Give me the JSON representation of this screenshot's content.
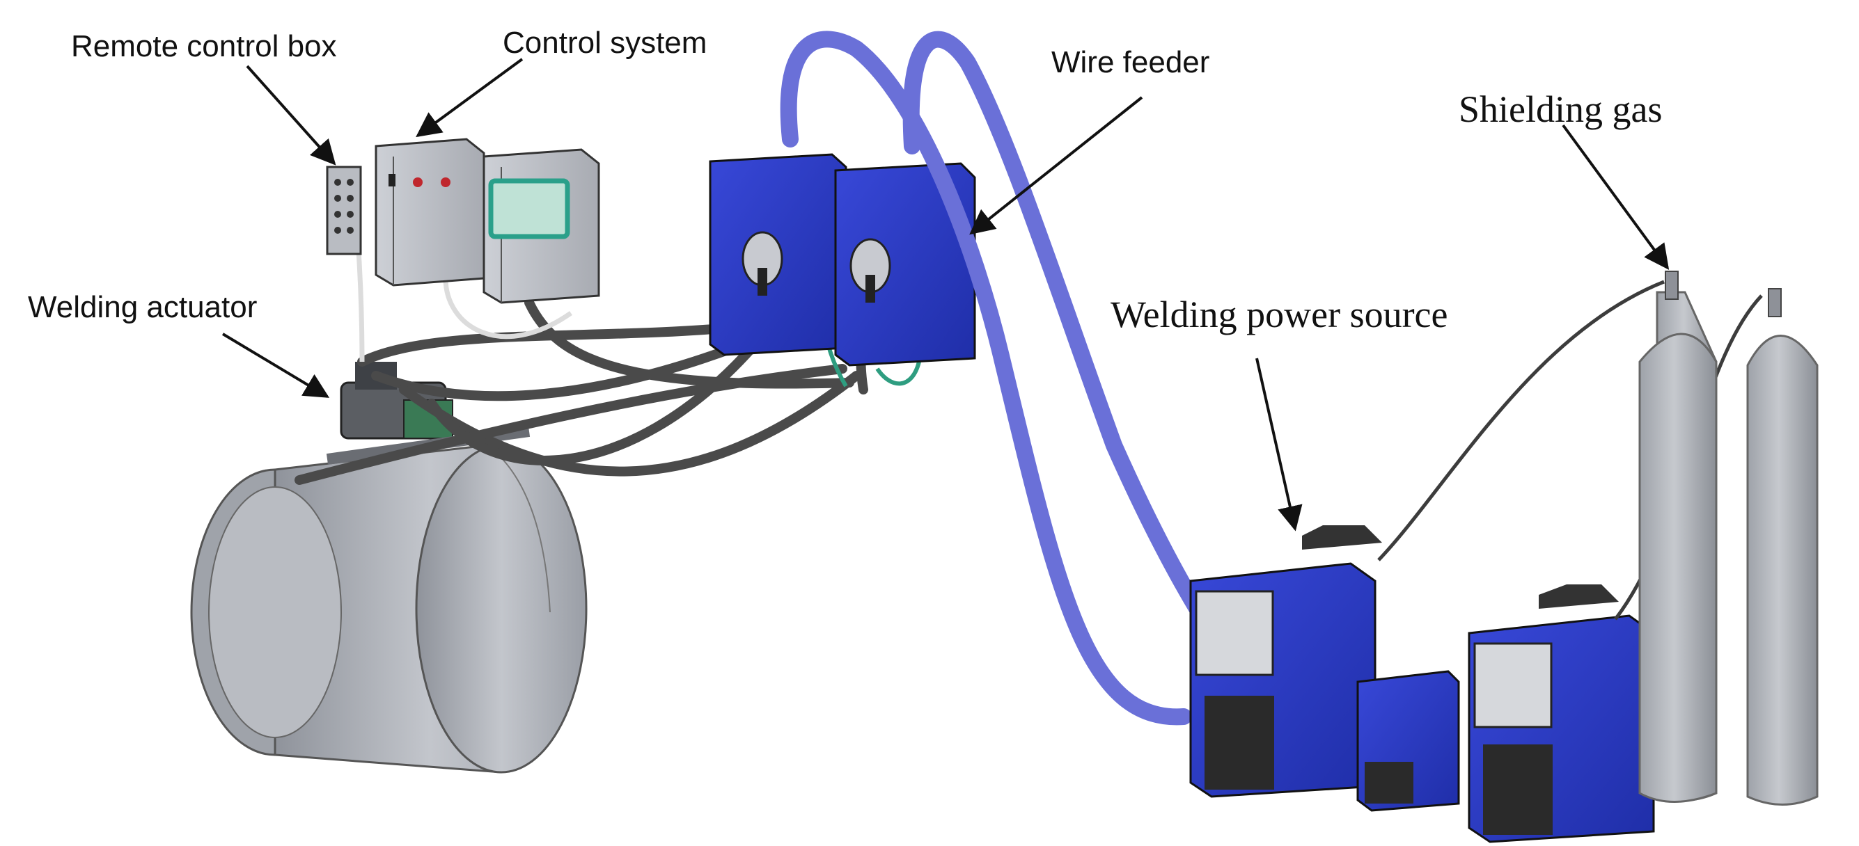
{
  "labels": {
    "remote_control_box": "Remote control box",
    "control_system": "Control system",
    "wire_feeder": "Wire feeder",
    "shielding_gas": "Shielding gas",
    "welding_actuator": "Welding actuator",
    "welding_power_source": "Welding power source"
  },
  "colors": {
    "equipment_blue": "#2f3fd0",
    "conduit_purple": "#6a70d8",
    "cable_dark": "#4a4a4a",
    "metal_gray": "#a9adb5",
    "screen_teal": "#2aa08a"
  }
}
